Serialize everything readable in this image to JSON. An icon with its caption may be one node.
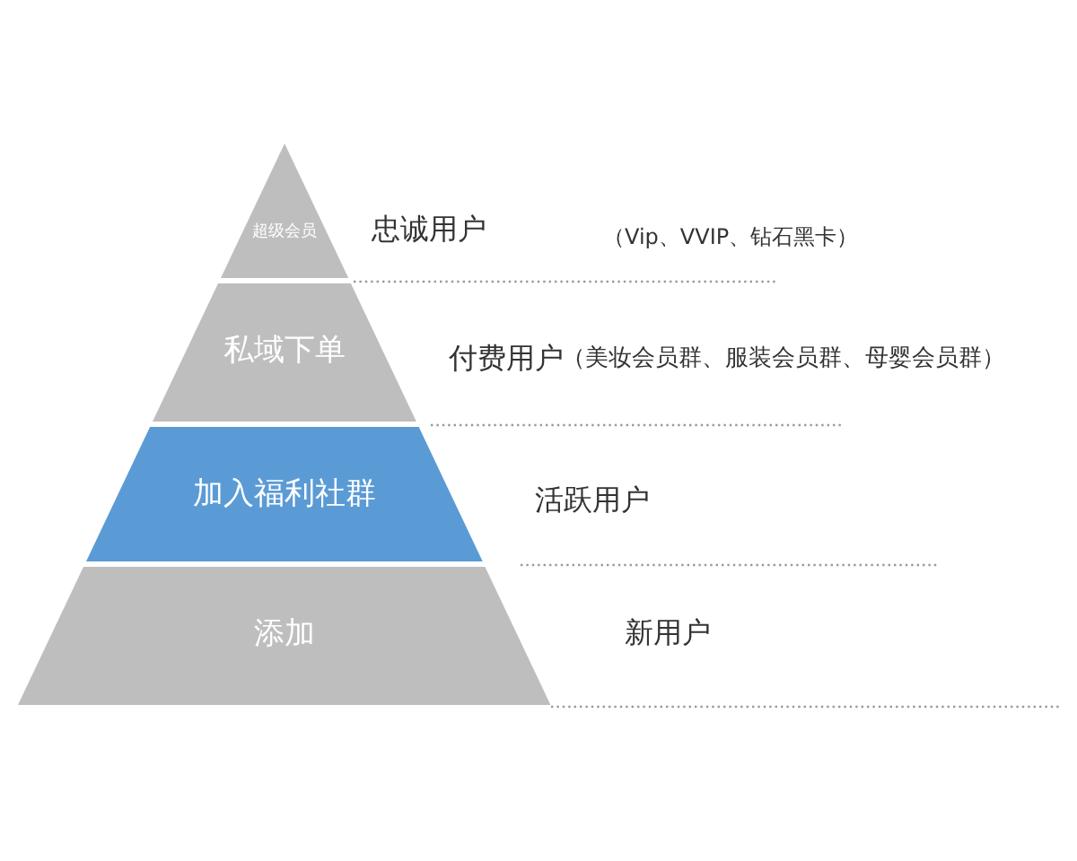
{
  "diagram": {
    "nodes": [
      {
        "text": [
          "超级会员"
        ],
        "beside": [
          "忠诚用户"
        ]
      },
      {
        "text": [
          "私域下单"
        ],
        "beside": [
          "付费用户"
        ]
      },
      {
        "text": [
          "加入福利社群"
        ],
        "beside": [
          "活跃用户"
        ]
      },
      {
        "text": [
          "添加"
        ],
        "beside": [
          "新用户"
        ]
      }
    ],
    "labels": [
      "（Vip、VVIP、钻石黑卡）",
      "（美妆会员群、服装会员群、母婴会员群）"
    ]
  }
}
